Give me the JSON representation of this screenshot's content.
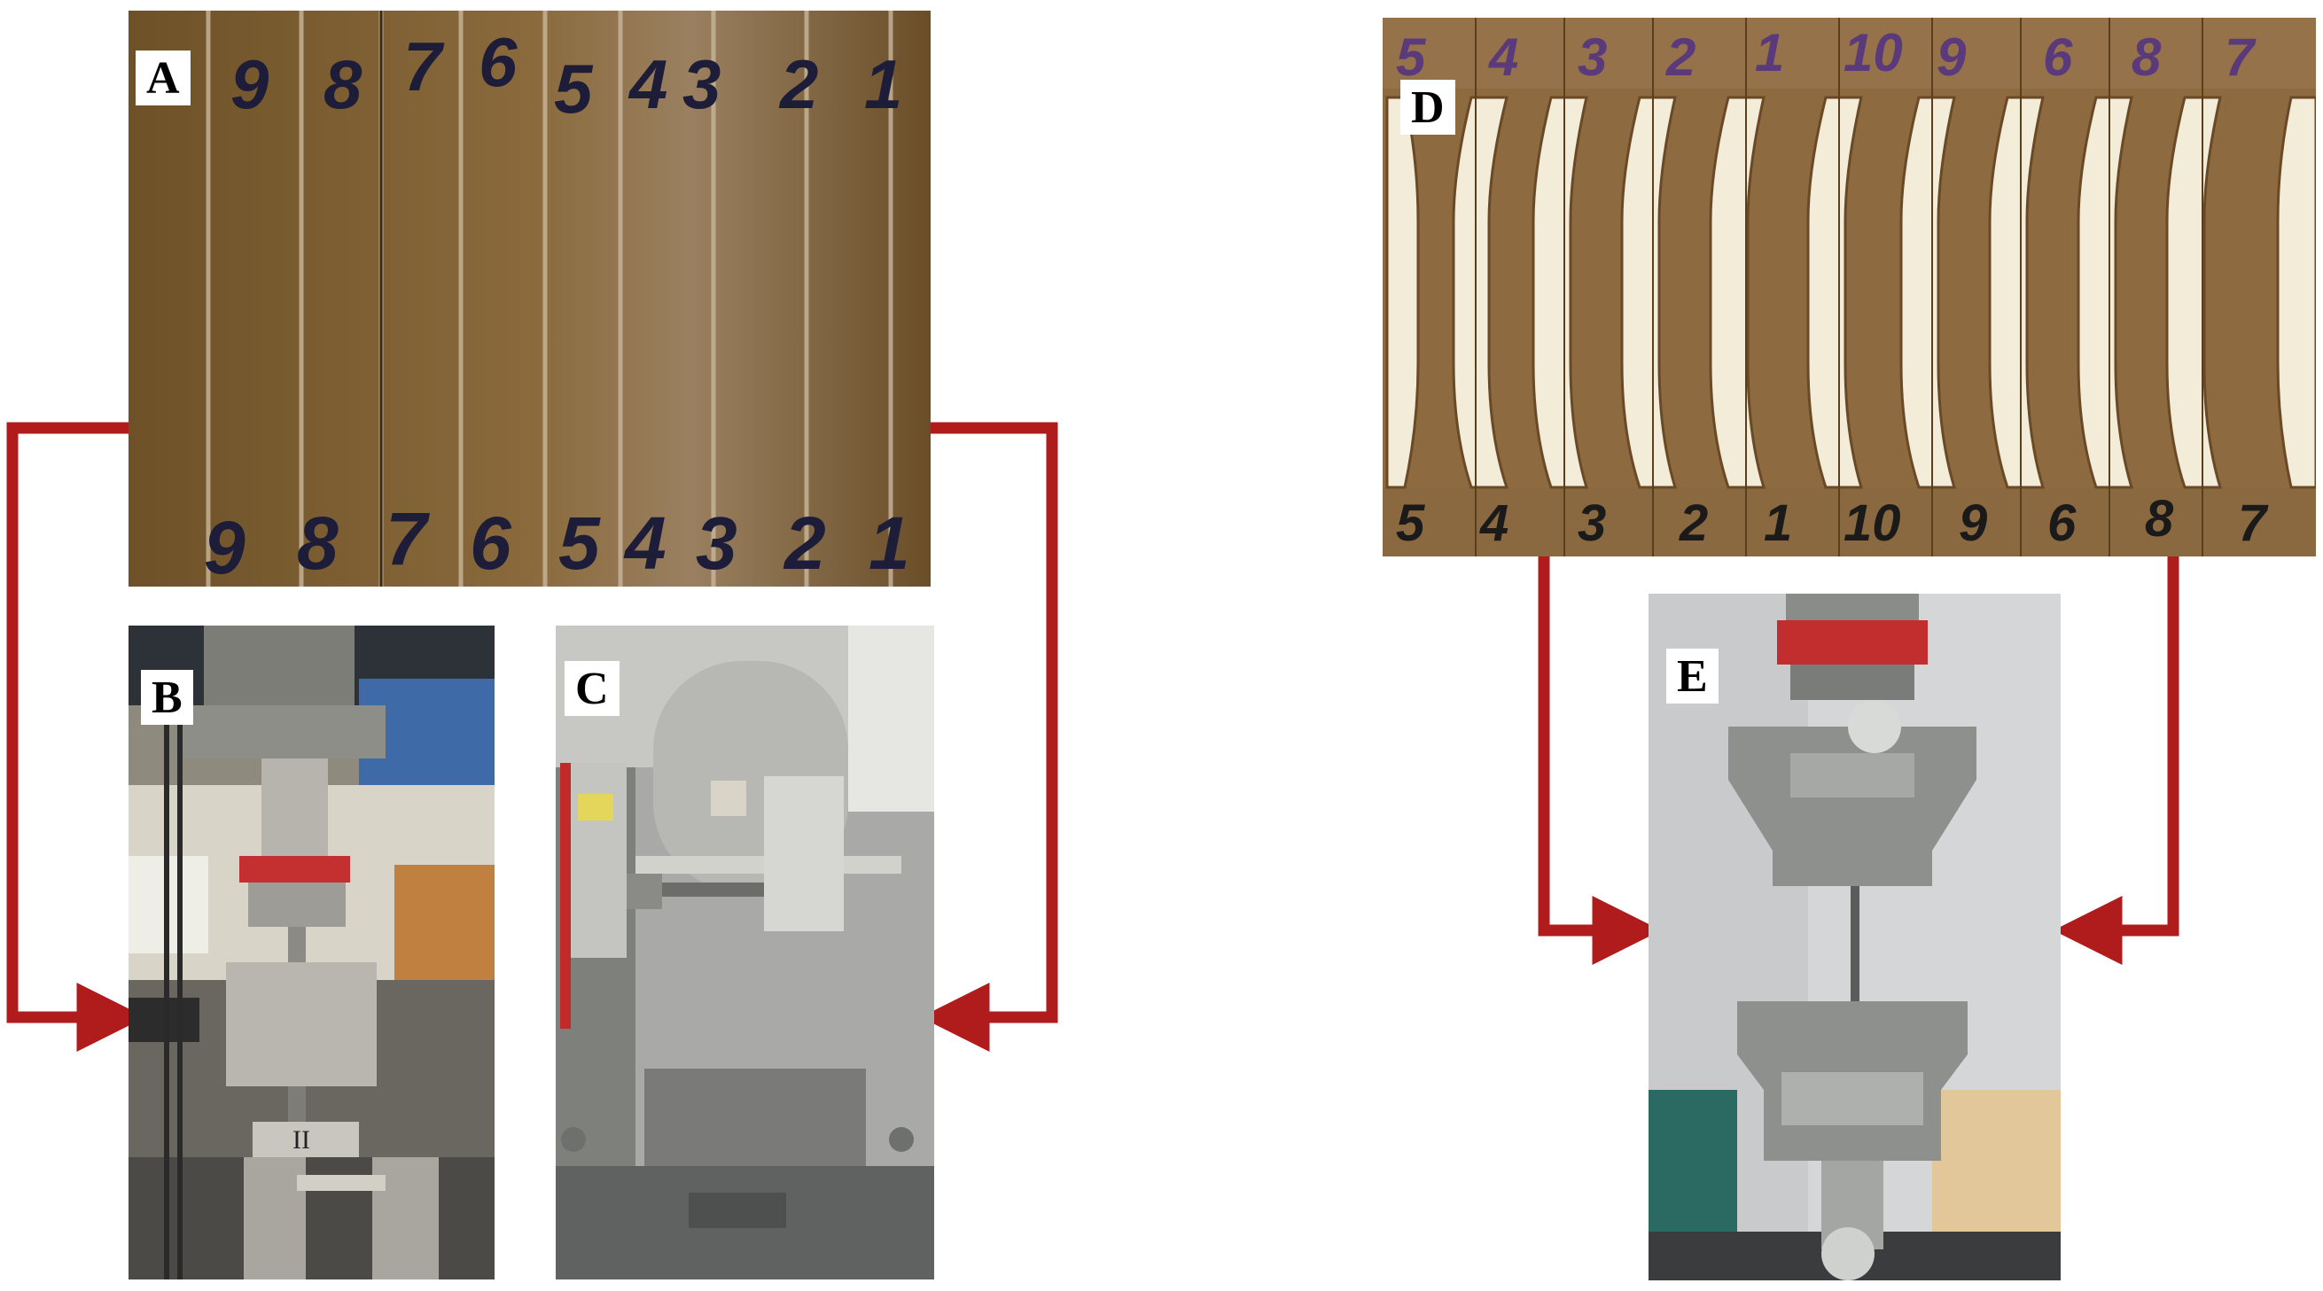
{
  "panels": {
    "A": {
      "label": "A",
      "top_numbers": [
        "9",
        "8",
        "7",
        "6",
        "5",
        "4",
        "3",
        "2",
        "1"
      ],
      "bottom_numbers": [
        "9",
        "8",
        "7",
        "6",
        "5",
        "4",
        "3",
        "2",
        "1"
      ]
    },
    "B": {
      "label": "B",
      "specimen_mark": "II"
    },
    "C": {
      "label": "C"
    },
    "D": {
      "label": "D",
      "top_numbers": [
        "5",
        "4",
        "3",
        "2",
        "1",
        "10",
        "9",
        "6",
        "8",
        "7"
      ],
      "bottom_numbers": [
        "5",
        "4",
        "3",
        "2",
        "1",
        "10",
        "9",
        "6",
        "8",
        "7"
      ]
    },
    "E": {
      "label": "E"
    }
  },
  "colors": {
    "arrow": "#b01c1c",
    "board": "#7a5a30",
    "dogbone_bg": "#f2ecd8",
    "metal": "#9a9a96"
  }
}
